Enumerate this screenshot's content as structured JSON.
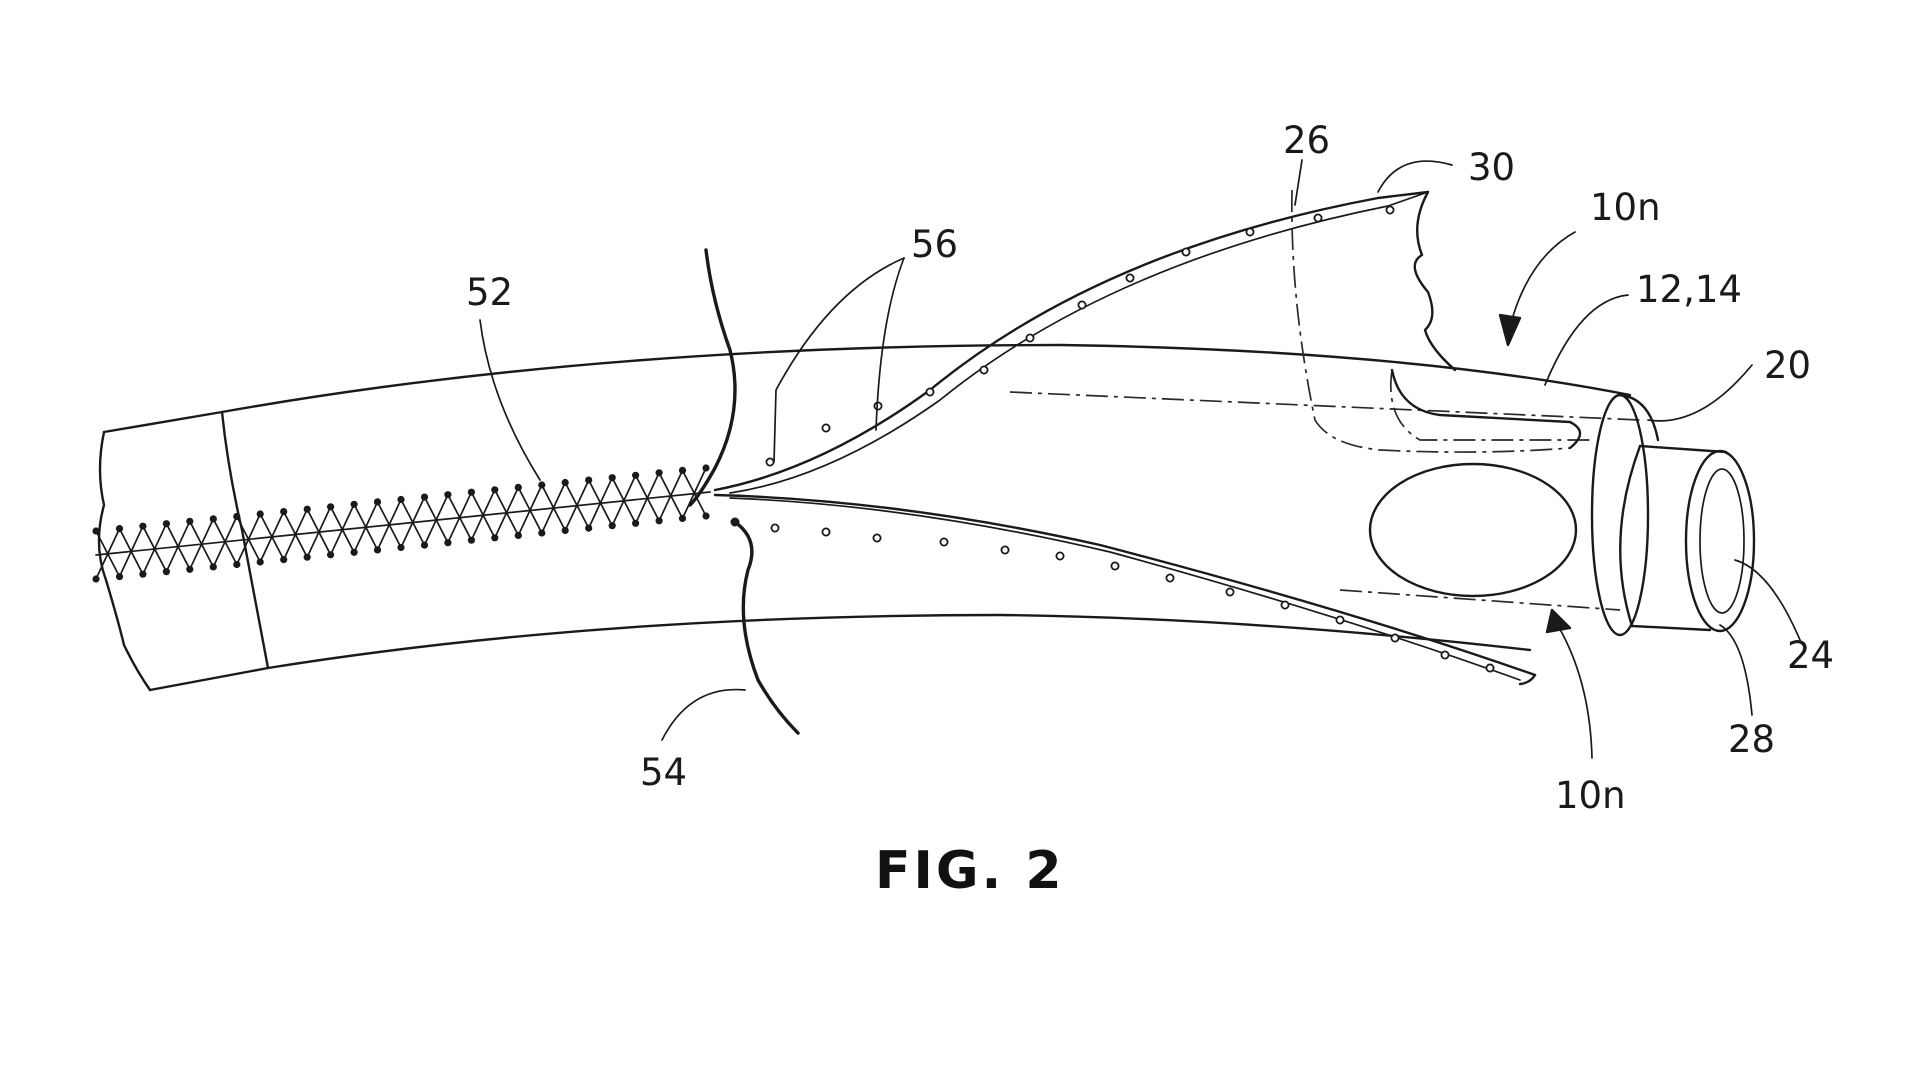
{
  "figure": {
    "caption": "FIG. 2",
    "labels": {
      "l26": "26",
      "l30": "30",
      "l10n_top": "10n",
      "l12_14": "12,14",
      "l20": "20",
      "l56": "56",
      "l52": "52",
      "l24": "24",
      "l28": "28",
      "l54": "54",
      "l10n_bottom": "10n"
    }
  }
}
